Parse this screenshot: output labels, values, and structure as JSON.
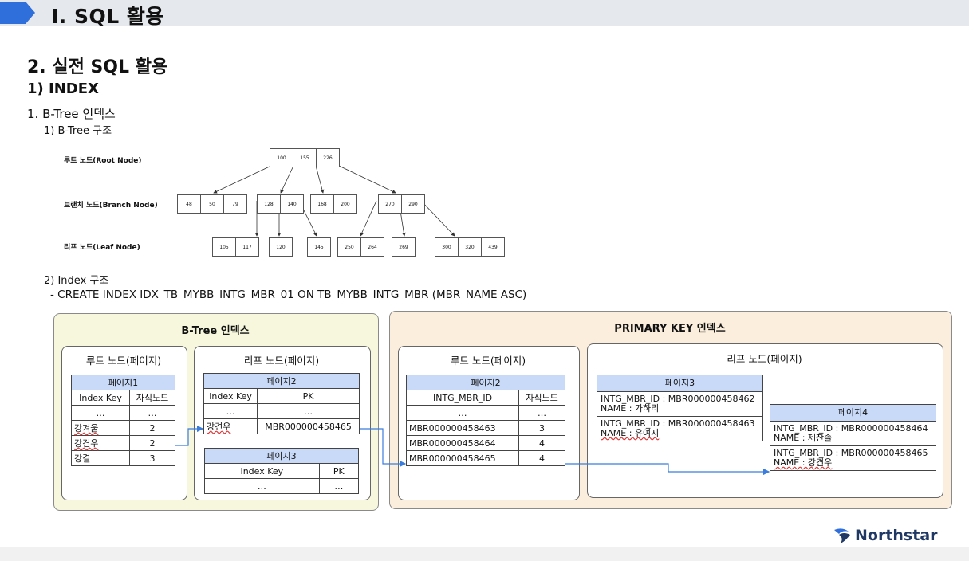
{
  "header": {
    "title": "Ⅰ. SQL 활용"
  },
  "section_title": "2. 실전 SQL 활용",
  "subsection_title": "1) INDEX",
  "item_title": "1. B-Tree 인덱스",
  "btree_structure_title": "1) B-Tree 구조",
  "levels": {
    "root": "루트 노드(Root Node)",
    "branch": "브랜치 노드(Branch Node)",
    "leaf": "리프 노드(Leaf Node)"
  },
  "tree": {
    "root": [
      "100",
      "155",
      "226"
    ],
    "branch": [
      [
        "48",
        "50",
        "79"
      ],
      [
        "128",
        "140"
      ],
      [
        "168",
        "200"
      ],
      [
        "270",
        "290"
      ]
    ],
    "leaf": [
      [
        "105",
        "117"
      ],
      [
        "120"
      ],
      [
        "145"
      ],
      [
        "250",
        "264"
      ],
      [
        "269"
      ],
      [
        "300",
        "320",
        "439"
      ]
    ]
  },
  "index_structure_title": "2) Index 구조",
  "create_stmt": "- CREATE INDEX IDX_TB_MYBB_INTG_MBR_01 ON TB_MYBB_INTG_MBR (MBR_NAME ASC)",
  "btree_panel": {
    "title": "B-Tree 인덱스",
    "root_title": "루트 노드(페이지)",
    "leaf_title": "리프 노드(페이지)",
    "page1": {
      "name": "페이지1",
      "headers": [
        "Index Key",
        "자식노드"
      ],
      "rows": [
        [
          "…",
          "…"
        ],
        [
          "강겨울",
          "2"
        ],
        [
          "강견우",
          "2"
        ],
        [
          "강결",
          "3"
        ]
      ]
    },
    "page2": {
      "name": "페이지2",
      "headers": [
        "Index Key",
        "PK"
      ],
      "rows": [
        [
          "…",
          "…"
        ],
        [
          "강견우",
          "MBR000000458465"
        ]
      ]
    },
    "page3": {
      "name": "페이지3",
      "headers": [
        "Index Key",
        "PK"
      ],
      "rows": [
        [
          "…",
          "…"
        ]
      ]
    }
  },
  "pk_panel": {
    "title": "PRIMARY KEY 인덱스",
    "root_title": "루트 노드(페이지)",
    "leaf_title": "리프 노드(페이지)",
    "page2": {
      "name": "페이지2",
      "headers": [
        "INTG_MBR_ID",
        "자식노드"
      ],
      "rows": [
        [
          "…",
          "…"
        ],
        [
          "MBR000000458463",
          "3"
        ],
        [
          "MBR000000458464",
          "4"
        ],
        [
          "MBR000000458465",
          "4"
        ]
      ]
    },
    "page3": {
      "name": "페이지3",
      "records": [
        {
          "id": "INTG_MBR_ID : MBR000000458462",
          "name": "NAME : 가하리"
        },
        {
          "id": "INTG_MBR_ID : MBR000000458463",
          "name": "NAME : 유여지"
        }
      ]
    },
    "page4": {
      "name": "페이지4",
      "records": [
        {
          "id": "INTG_MBR_ID : MBR000000458464",
          "name": "NAME : 제찬솔"
        },
        {
          "id": "INTG_MBR_ID : MBR000000458465",
          "name": "NAME : 강견우"
        }
      ]
    }
  },
  "logo": {
    "text": "Northstar"
  },
  "colors": {
    "btree_panel_bg": "#f6f7dc",
    "pk_panel_bg": "#fbeedd",
    "table_header": "#c9daf8",
    "arrow": "#3b7ddd",
    "logo_text": "#1f3864"
  }
}
